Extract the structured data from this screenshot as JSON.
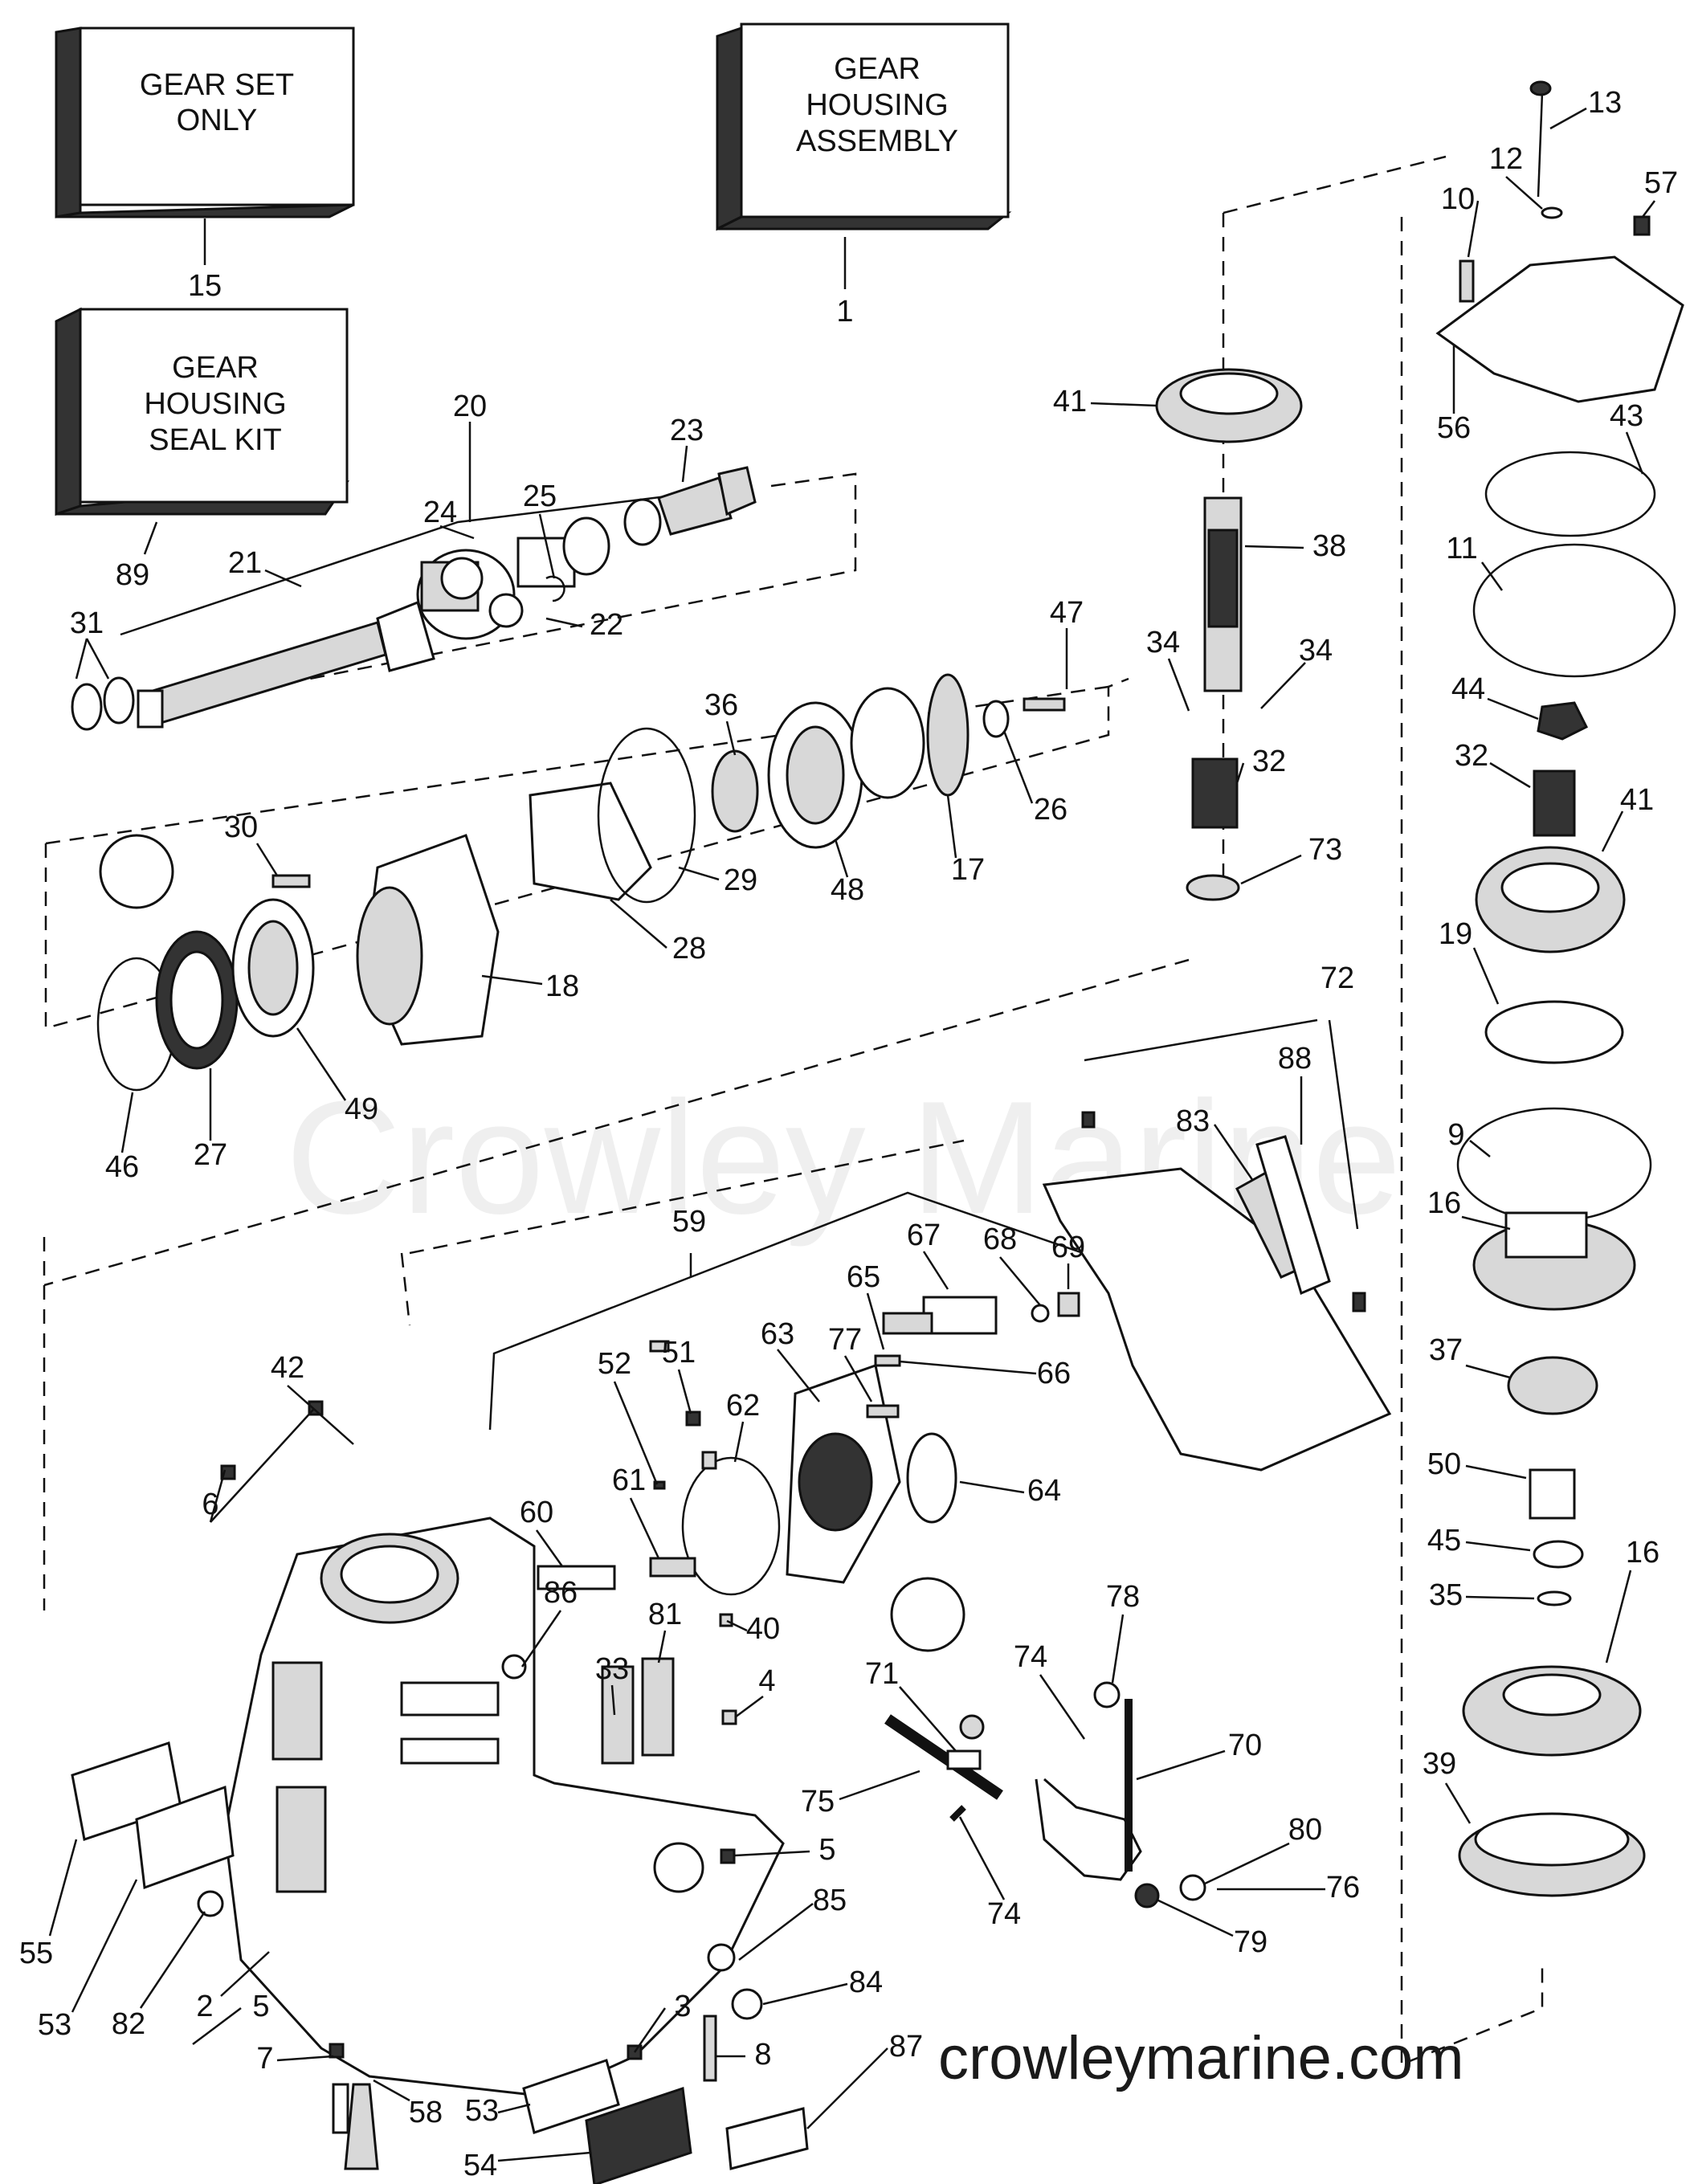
{
  "kit_boxes": [
    {
      "id": "gear-set-only",
      "lines": [
        "GEAR SET",
        "ONLY"
      ],
      "callout": "15"
    },
    {
      "id": "gear-housing-assembly",
      "lines": [
        "GEAR",
        "HOUSING",
        "ASSEMBLY"
      ],
      "callout": "1"
    },
    {
      "id": "gear-housing-seal-kit",
      "lines": [
        "GEAR",
        "HOUSING",
        "SEAL KIT"
      ],
      "callout": "89"
    }
  ],
  "callouts": [
    "1",
    "2",
    "3",
    "4",
    "5",
    "6",
    "7",
    "8",
    "9",
    "10",
    "11",
    "12",
    "13",
    "15",
    "16",
    "17",
    "18",
    "19",
    "20",
    "21",
    "22",
    "23",
    "24",
    "25",
    "26",
    "27",
    "28",
    "29",
    "30",
    "31",
    "32",
    "33",
    "34",
    "35",
    "36",
    "37",
    "38",
    "39",
    "40",
    "41",
    "42",
    "43",
    "44",
    "45",
    "46",
    "47",
    "48",
    "49",
    "50",
    "51",
    "52",
    "53",
    "54",
    "55",
    "56",
    "57",
    "58",
    "59",
    "60",
    "61",
    "62",
    "63",
    "64",
    "65",
    "66",
    "67",
    "68",
    "69",
    "70",
    "71",
    "72",
    "73",
    "74",
    "75",
    "76",
    "77",
    "78",
    "79",
    "80",
    "81",
    "82",
    "83",
    "84",
    "85",
    "86",
    "87",
    "88"
  ],
  "watermark": "Crowley Marine",
  "site_url": "crowleymarine.com",
  "colors": {
    "ink": "#111111",
    "background": "#ffffff"
  }
}
